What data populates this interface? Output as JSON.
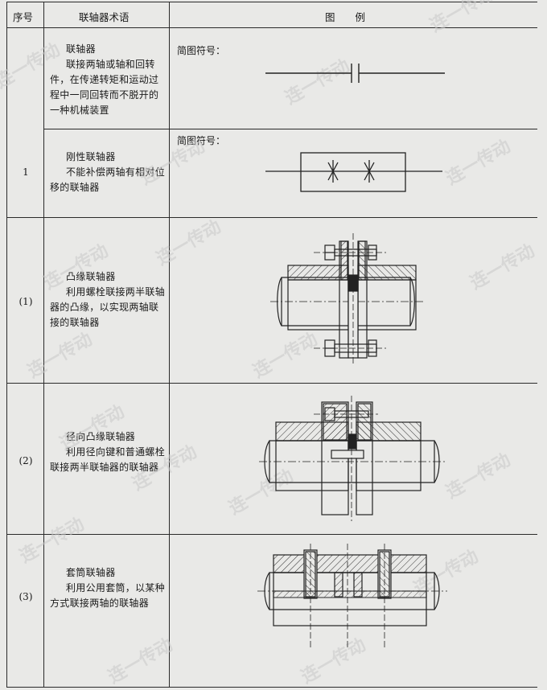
{
  "header": {
    "seq": "序号",
    "term": "联轴器术语",
    "example": "图　　例"
  },
  "rows": [
    {
      "seq": "",
      "title": "联轴器",
      "desc": "联接两轴或轴和回转件，在传递转矩和运动过程中一同回转而不脱开的一种机械装置",
      "label": "简图符号："
    },
    {
      "seq": "1",
      "title": "刚性联轴器",
      "desc": "不能补偿两轴有相对位移的联轴器",
      "label": "简图符号："
    },
    {
      "seq": "(1)",
      "title": "凸缘联轴器",
      "desc": "利用螺栓联接两半联轴器的凸缘，以实现两轴联接的联轴器",
      "label": ""
    },
    {
      "seq": "(2)",
      "title": "径向凸缘联轴器",
      "desc": "利用径向键和普通螺栓联接两半联轴器的联轴器",
      "label": ""
    },
    {
      "seq": "(3)",
      "title": "套筒联轴器",
      "desc": "利用公用套筒，以某种方式联接两轴的联轴器",
      "label": ""
    }
  ],
  "watermark": "连一传动"
}
